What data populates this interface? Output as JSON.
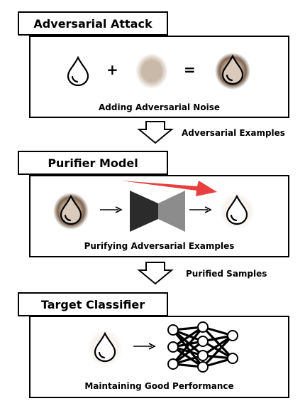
{
  "sections": [
    {
      "title": "Adversarial Attack",
      "caption": "Adding Adversarial Noise"
    },
    {
      "title": "Purifier Model",
      "caption": "Purifying Adversarial Examples"
    },
    {
      "title": "Target Classifier",
      "caption": "Maintaining Good Performance"
    }
  ],
  "transitions": [
    {
      "label": "Adversarial Examples"
    },
    {
      "label": "Purified Samples"
    }
  ],
  "symbols": {
    "plus": "+",
    "equals": "="
  },
  "colors": {
    "noise": "#c4b3a3",
    "noise_dark": "#7a5e48",
    "highlight_arrow": "#e84040",
    "purifier_left": "#2b2b2b",
    "purifier_right": "#8c8c8c"
  },
  "icons": [
    "water-drop-icon",
    "noise-blob-icon",
    "purifier-model-icon",
    "neural-network-icon"
  ]
}
